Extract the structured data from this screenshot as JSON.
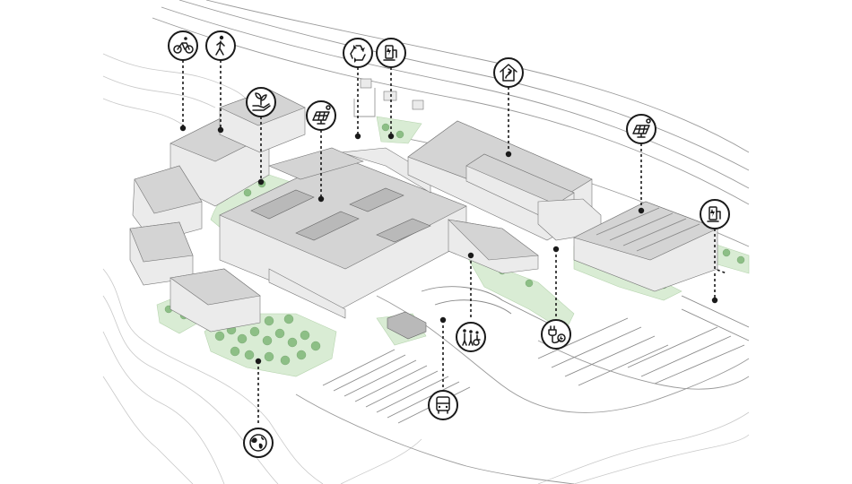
{
  "callouts": [
    {
      "id": "bicycle",
      "icon": "bicycle-icon"
    },
    {
      "id": "pedestrian",
      "icon": "pedestrian-icon"
    },
    {
      "id": "recycling",
      "icon": "recycling-icon"
    },
    {
      "id": "ev-charging-north",
      "icon": "ev-charger-icon"
    },
    {
      "id": "green-energy-home",
      "icon": "home-energy-icon"
    },
    {
      "id": "hand-plant",
      "icon": "hand-plant-icon"
    },
    {
      "id": "solar-panel-main",
      "icon": "solar-panel-icon"
    },
    {
      "id": "solar-panel-parking",
      "icon": "solar-panel-icon"
    },
    {
      "id": "ev-charging-east",
      "icon": "ev-charger-icon"
    },
    {
      "id": "accessibility-family",
      "icon": "family-accessibility-icon"
    },
    {
      "id": "ev-plug",
      "icon": "ev-plug-icon"
    },
    {
      "id": "bus",
      "icon": "bus-icon"
    },
    {
      "id": "globe",
      "icon": "globe-icon"
    }
  ],
  "colors": {
    "green_space": "#d9ecd4",
    "trees": "#8dbf86",
    "buildings": "#d4d4d4",
    "linework": "#1a1a1a"
  }
}
